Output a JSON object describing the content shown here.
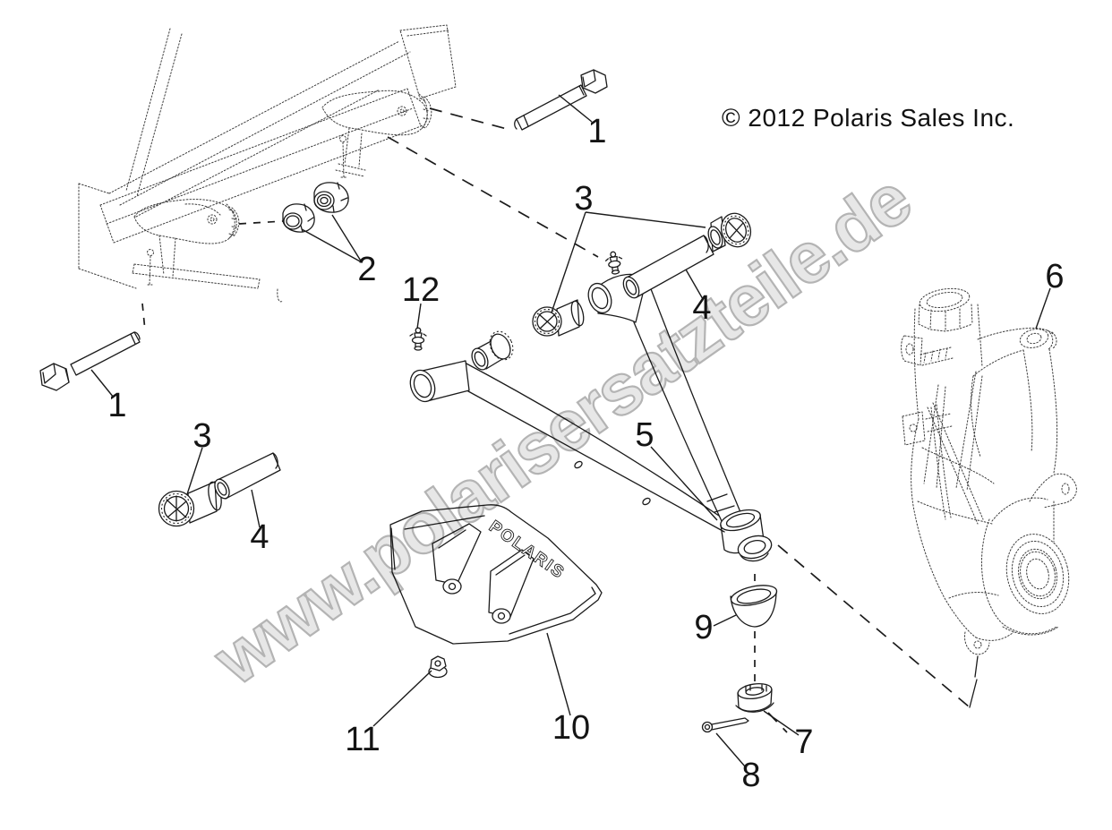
{
  "header": {
    "copyright": "© 2012 Polaris Sales Inc."
  },
  "watermark": {
    "text": "www.polarisersatzteile.de",
    "color": "#c9c9c9"
  },
  "guard": {
    "logo": "POLARIS"
  },
  "callouts": [
    {
      "part": "pivot-bolt-upper",
      "label": "1"
    },
    {
      "part": "lock-nuts",
      "label": "2"
    },
    {
      "part": "grease-fitting",
      "label": "12"
    },
    {
      "part": "pivot-bushings-upper",
      "label": "3"
    },
    {
      "part": "pivot-spacer-upper",
      "label": "4"
    },
    {
      "part": "steering-knuckle",
      "label": "6"
    },
    {
      "part": "pivot-bolt-lower",
      "label": "1"
    },
    {
      "part": "pivot-bushing-lower",
      "label": "3"
    },
    {
      "part": "pivot-spacer-lower",
      "label": "4"
    },
    {
      "part": "a-arm",
      "label": "5"
    },
    {
      "part": "ball-joint-dust-cover",
      "label": "9"
    },
    {
      "part": "a-arm-guard",
      "label": "10"
    },
    {
      "part": "guard-flange-nut",
      "label": "11"
    },
    {
      "part": "castle-nut",
      "label": "7"
    },
    {
      "part": "cotter-pin",
      "label": "8"
    }
  ]
}
